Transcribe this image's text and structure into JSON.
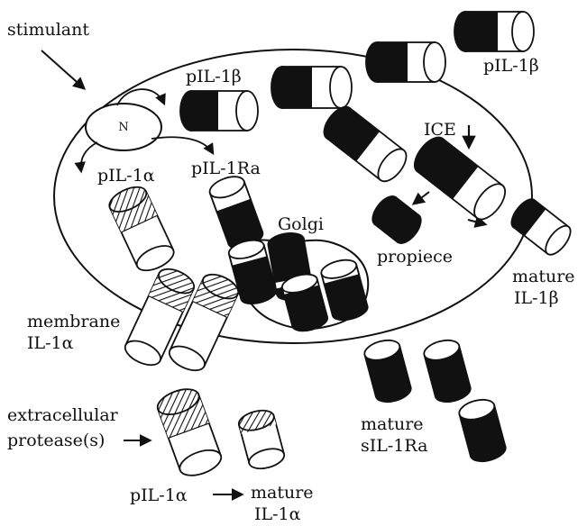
{
  "labels": {
    "stimulant": "stimulant",
    "nucleus": "N",
    "pil1b_inside": "pIL-1β",
    "pil1b_outside": "pIL-1β",
    "pil1a_inside": "pIL-1α",
    "pil1ra": "pIL-1Ra",
    "golgi": "Golgi",
    "ice": "ICE",
    "propiece": "propiece",
    "mature_il1b_1": "mature",
    "mature_il1b_2": "IL-1β",
    "membrane_1": "membrane",
    "membrane_2": "IL-1α",
    "extracellular_1": "extracellular",
    "extracellular_2": "protease(s)",
    "mature_sil1ra_1": "mature",
    "mature_sil1ra_2": "sIL-1Ra",
    "pil1a_bottom": "pIL-1α",
    "mature_il1a_1": "mature",
    "mature_il1a_2": "IL-1α"
  },
  "colors": {
    "ink": "#111111",
    "paper": "#ffffff"
  }
}
